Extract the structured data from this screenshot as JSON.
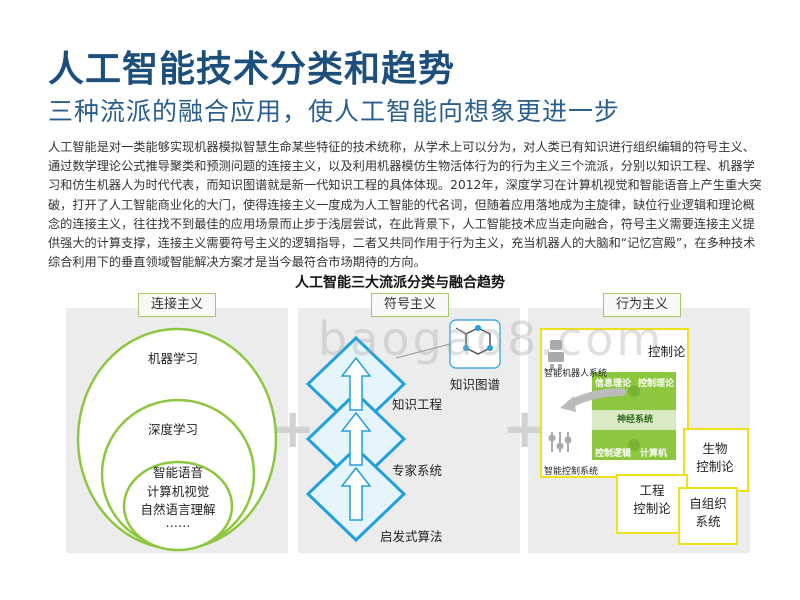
{
  "header": {
    "title": "人工智能技术分类和趋势",
    "subtitle": "三种流派的融合应用，使人工智能向想象更进一步"
  },
  "body_text": "人工智能是对一类能够实现机器模拟智慧生命某些特征的技术统称，从学术上可以分为，对人类已有知识进行组织编辑的符号主义、通过数学理论公式推导聚类和预测问题的连接主义，以及利用机器模仿生物活体行为的行为主义三个流派，分别以知识工程、机器学习和仿生机器人为时代代表，而知识图谱就是新一代知识工程的具体体现。2012年，深度学习在计算机视觉和智能语音上产生重大突破，打开了人工智能商业化的大门，使得连接主义一度成为人工智能的代名词，但随着应用落地成为主旋律，缺位行业逻辑和理论概念的连接主义，往往找不到最佳的应用场景而止步于浅层尝试，在此背景下，人工智能技术应当走向融合，符号主义需要连接主义提供强大的计算支撑，连接主义需要符号主义的逻辑指导，二者又共同作用于行为主义，充当机器人的大脑和“记忆宫殿”，在多种技术综合利用下的垂直领域智能解决方案才是当今最符合市场期待的方向。",
  "diagram": {
    "title": "人工智能三大流派分类与融合趋势",
    "watermark": "baogao8.com",
    "connectionism": {
      "header": "连接主义",
      "outer": "机器学习",
      "middle": "深度学习",
      "inner_lines": [
        "智能语音",
        "计算机视觉",
        "自然语言理解",
        "……"
      ]
    },
    "symbolism": {
      "header": "符号主义",
      "levels": [
        "知识图谱",
        "知识工程",
        "专家系统",
        "启发式算法"
      ]
    },
    "behaviorism": {
      "header": "行为主义",
      "top_right": "控制论",
      "robot_label": "智能机器人系统",
      "control_label": "智能控制系统",
      "puzzle": [
        "信息理论",
        "控制理论",
        "神经系统",
        "控制逻辑",
        "计算机"
      ],
      "boxes": {
        "bio": [
          "生物",
          "控制论"
        ],
        "eng": [
          "工程",
          "控制论"
        ],
        "self": [
          "自组织",
          "系统"
        ]
      }
    },
    "colors": {
      "green": "#8dc63f",
      "blue": "#22a0dc",
      "yellow": "#f0e11e",
      "title": "#1d4f7c"
    }
  }
}
